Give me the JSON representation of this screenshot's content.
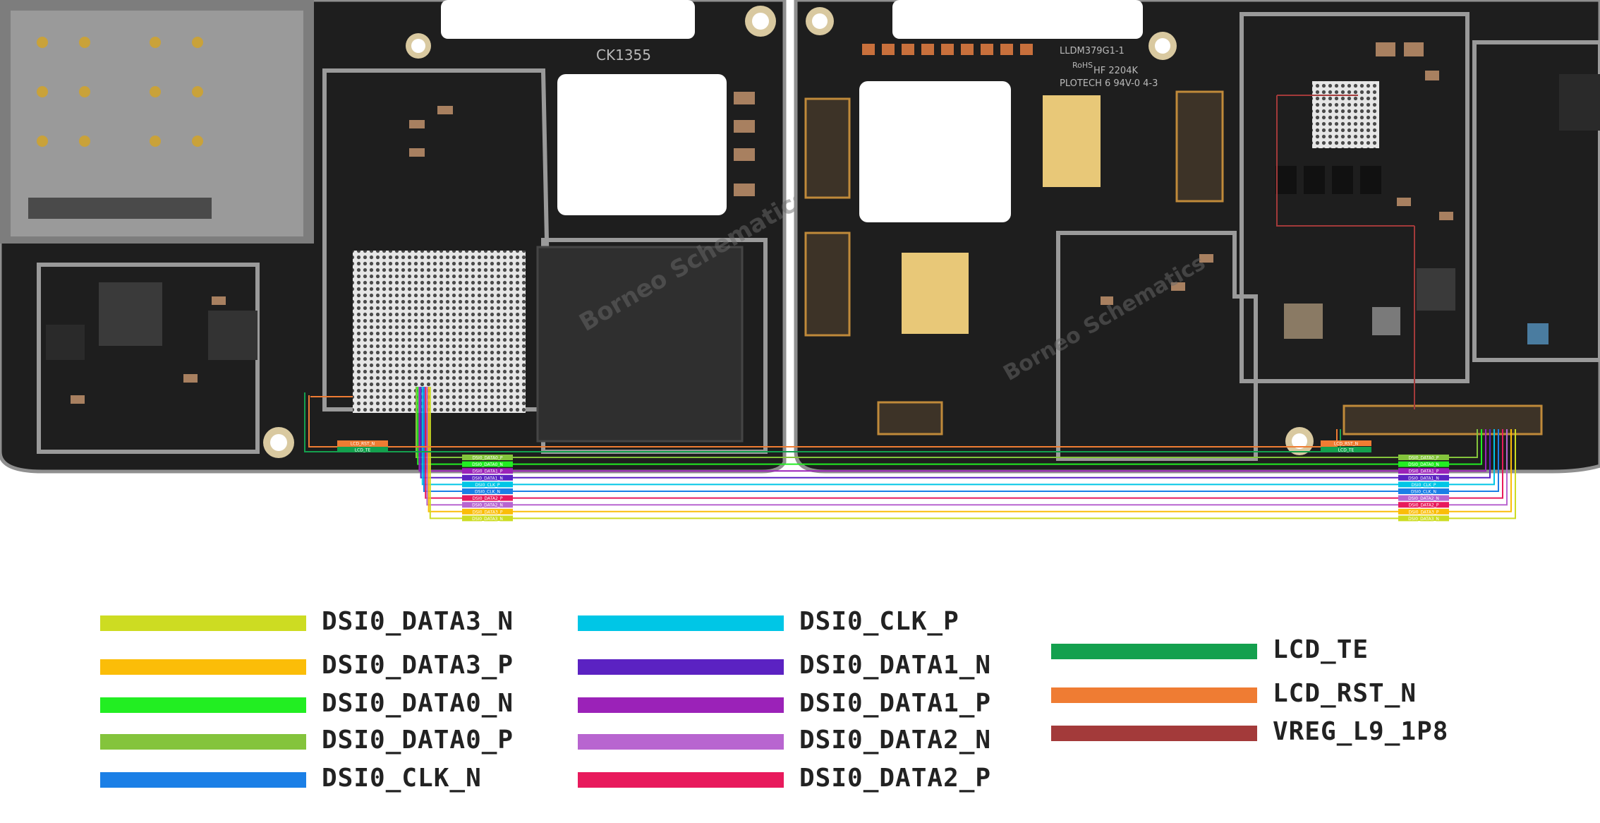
{
  "board": {
    "silkscreen_left": "CK1355",
    "silkscreen_right_1": "LLDM379G1-1",
    "silkscreen_right_2": "RoHS",
    "silkscreen_right_3": "HF 2204K",
    "silkscreen_right_4": "PLOTECH 6 94V-0 4-3",
    "watermark": "Borneo Schematics"
  },
  "connector_tags": {
    "left_group": [
      "DSI0_DATA0_P",
      "DSI0_DATA0_N",
      "DSI0_DATA1_P",
      "DSI0_DATA1_N",
      "DSI0_CLK_P",
      "DSI0_CLK_N",
      "DSI0_DATA2_P",
      "DSI0_DATA2_N",
      "DSI0_DATA3_P",
      "DSI0_DATA3_N"
    ],
    "left_small": [
      "LCD_RST_N",
      "LCD_TE"
    ],
    "right_group": [
      "DSI0_DATA0_P",
      "DSI0_DATA0_N",
      "DSI0_DATA1_P",
      "DSI0_DATA1_N",
      "DSI0_CLK_P",
      "DSI0_CLK_N",
      "DSI0_DATA2_N",
      "DSI0_DATA2_P",
      "DSI0_DATA3_P",
      "DSI0_DATA3_N"
    ],
    "right_small": [
      "LCD_RST_N",
      "LCD_TE"
    ]
  },
  "legend": [
    {
      "label": "DSI0_DATA3_N",
      "color": "#cddc22"
    },
    {
      "label": "DSI0_DATA3_P",
      "color": "#fbbd08"
    },
    {
      "label": "DSI0_DATA0_N",
      "color": "#22ee22"
    },
    {
      "label": "DSI0_DATA0_P",
      "color": "#84c43c"
    },
    {
      "label": "DSI0_CLK_N",
      "color": "#1b7fe6"
    },
    {
      "label": "DSI0_CLK_P",
      "color": "#00c6e6"
    },
    {
      "label": "DSI0_DATA1_N",
      "color": "#5b22c2"
    },
    {
      "label": "DSI0_DATA1_P",
      "color": "#9b22b8"
    },
    {
      "label": "DSI0_DATA2_N",
      "color": "#b865d0"
    },
    {
      "label": "DSI0_DATA2_P",
      "color": "#e81a5c"
    },
    {
      "label": "LCD_TE",
      "color": "#14a04e"
    },
    {
      "label": "LCD_RST_N",
      "color": "#ef7c33"
    },
    {
      "label": "VREG_L9_1P8",
      "color": "#a33a3a"
    }
  ]
}
